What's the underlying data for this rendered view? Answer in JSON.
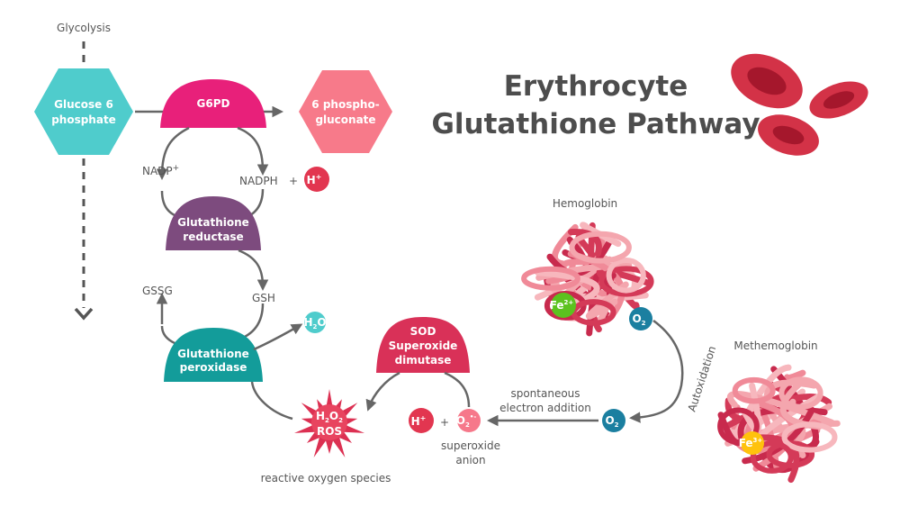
{
  "title_line1": "Erythrocyte",
  "title_line2": "Glutathione Pathway",
  "glycolysis": "Glycolysis",
  "glucose6p": [
    "Glucose 6",
    "phosphate"
  ],
  "g6pd": "G6PD",
  "phosphogluconate": [
    "6 phospho-",
    "gluconate"
  ],
  "nadp": "NADP",
  "nadp_sup": "+",
  "nadph": "NADPH",
  "plus": "+",
  "h": "H",
  "h_sup": "+",
  "glutathione_reductase": [
    "Glutathione",
    "reductase"
  ],
  "gssg": "GSSG",
  "gsh": "GSH",
  "glutathione_peroxidase": [
    "Glutathione",
    "peroxidase"
  ],
  "h2o": [
    "H",
    "2",
    "O"
  ],
  "ros_burst": [
    "H",
    "2",
    "O",
    "2",
    "ROS"
  ],
  "reactive_oxygen_species": "reactive oxygen species",
  "sod": [
    "SOD",
    "Superoxide",
    "dimutase"
  ],
  "o2_anion": [
    "O",
    "2",
    "•-"
  ],
  "superoxide_anion": [
    "superoxide",
    "anion"
  ],
  "spontaneous": [
    "spontaneous",
    "electron addition"
  ],
  "o2": [
    "O",
    "2"
  ],
  "autoxidation": "Autoxidation",
  "hemoglobin": "Hemoglobin",
  "fe2": [
    "Fe",
    "2+"
  ],
  "methemoglobin": "Methemoglobin",
  "fe3": [
    "Fe",
    "3+"
  ],
  "colors": {
    "teal_hex": "#4fcccc",
    "pink_g6pd": "#e8207a",
    "salmon_hex": "#f77a8a",
    "purple": "#7d4b7e",
    "dark_teal": "#139c9a",
    "sod_red": "#d93158",
    "h_red": "#e23650",
    "o2_blue": "#1b7fa0",
    "fe2_green": "#5cc21f",
    "fe3_yellow": "#ffc20d",
    "rbc": "#cf2f46"
  }
}
